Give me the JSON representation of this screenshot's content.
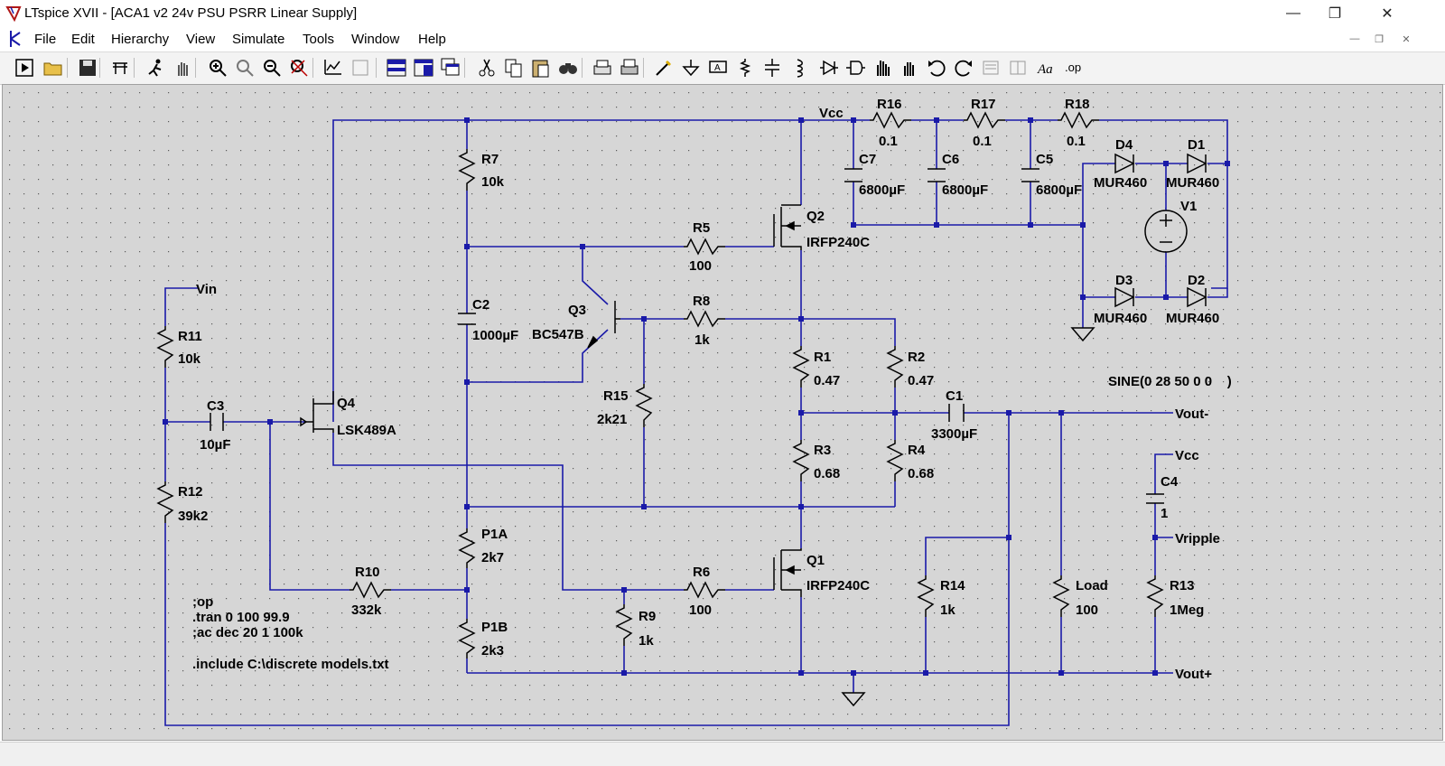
{
  "window": {
    "title": "LTspice XVII - [ACA1 v2 24v PSU PSRR Linear Supply]"
  },
  "menu": [
    "File",
    "Edit",
    "Hierarchy",
    "View",
    "Simulate",
    "Tools",
    "Window",
    "Help"
  ],
  "toolbar": [
    "run-icon",
    "open-icon",
    "save-icon",
    "control-panel-icon",
    "halt-icon",
    "pan-icon",
    "zoom-in-icon",
    "zoom-area-icon",
    "zoom-out-icon",
    "zoom-fit-icon",
    "autorange-icon",
    "cursor-icon",
    "tile-horizontal-icon",
    "tile-vertical-icon",
    "cascade-icon",
    "cut-icon",
    "copy-icon",
    "paste-icon",
    "find-icon",
    "print-setup-icon",
    "print-icon",
    "wire-icon",
    "ground-icon",
    "label-icon",
    "resistor-icon",
    "capacitor-icon",
    "inductor-icon",
    "diode-icon",
    "component-icon",
    "move-icon",
    "drag-icon",
    "undo-icon",
    "redo-icon",
    "rotate-icon",
    "mirror-icon",
    "text-icon",
    "spice-directive-icon"
  ],
  "schematic": {
    "components": {
      "R16": {
        "ref": "R16",
        "value": "0.1"
      },
      "R17": {
        "ref": "R17",
        "value": "0.1"
      },
      "R18": {
        "ref": "R18",
        "value": "0.1"
      },
      "C7": {
        "ref": "C7",
        "value": "6800µF"
      },
      "C6": {
        "ref": "C6",
        "value": "6800µF"
      },
      "C5": {
        "ref": "C5",
        "value": "6800µF"
      },
      "D4": {
        "ref": "D4",
        "value": "MUR460"
      },
      "D1": {
        "ref": "D1",
        "value": "MUR460"
      },
      "D3": {
        "ref": "D3",
        "value": "MUR460"
      },
      "D2": {
        "ref": "D2",
        "value": "MUR460"
      },
      "V1": {
        "ref": "V1",
        "value": "SINE(0 28 50 0 0    )"
      },
      "R7": {
        "ref": "R7",
        "value": "10k"
      },
      "Q2": {
        "ref": "Q2",
        "value": "IRFP240C"
      },
      "R5": {
        "ref": "R5",
        "value": "100"
      },
      "C2": {
        "ref": "C2",
        "value": "1000µF"
      },
      "Q3": {
        "ref": "Q3",
        "value": "BC547B"
      },
      "R8": {
        "ref": "R8",
        "value": "1k"
      },
      "R1": {
        "ref": "R1",
        "value": "0.47"
      },
      "R2": {
        "ref": "R2",
        "value": "0.47"
      },
      "R11": {
        "ref": "R11",
        "value": "10k"
      },
      "C3": {
        "ref": "C3",
        "value": "10µF"
      },
      "Q4": {
        "ref": "Q4",
        "value": "LSK489A"
      },
      "R15": {
        "ref": "R15",
        "value": "2k21"
      },
      "C1": {
        "ref": "C1",
        "value": "3300µF"
      },
      "R3": {
        "ref": "R3",
        "value": "0.68"
      },
      "R4": {
        "ref": "R4",
        "value": "0.68"
      },
      "C4": {
        "ref": "C4",
        "value": "1"
      },
      "R12": {
        "ref": "R12",
        "value": "39k2"
      },
      "P1A": {
        "ref": "P1A",
        "value": "2k7"
      },
      "Q1": {
        "ref": "Q1",
        "value": "IRFP240C"
      },
      "R10": {
        "ref": "R10",
        "value": "332k"
      },
      "R6": {
        "ref": "R6",
        "value": "100"
      },
      "R14": {
        "ref": "R14",
        "value": "1k"
      },
      "Load": {
        "ref": "Load",
        "value": "100"
      },
      "R13": {
        "ref": "R13",
        "value": "1Meg"
      },
      "P1B": {
        "ref": "P1B",
        "value": "2k3"
      },
      "R9": {
        "ref": "R9",
        "value": "1k"
      }
    },
    "nets": {
      "vcc": "Vcc",
      "vin": "Vin",
      "vout_minus": "Vout-",
      "vout_plus": "Vout+",
      "vcc2": "Vcc",
      "vripple": "Vripple"
    },
    "directives": [
      ";op",
      ".tran 0 100 99.9",
      ";ac dec 20 1 100k",
      ".include C:\\discrete models.txt"
    ]
  },
  "colors": {
    "wire": "#1a1aa8",
    "component": "#000000",
    "canvas": "#d6d6d6",
    "grid_dot": "#606060"
  }
}
